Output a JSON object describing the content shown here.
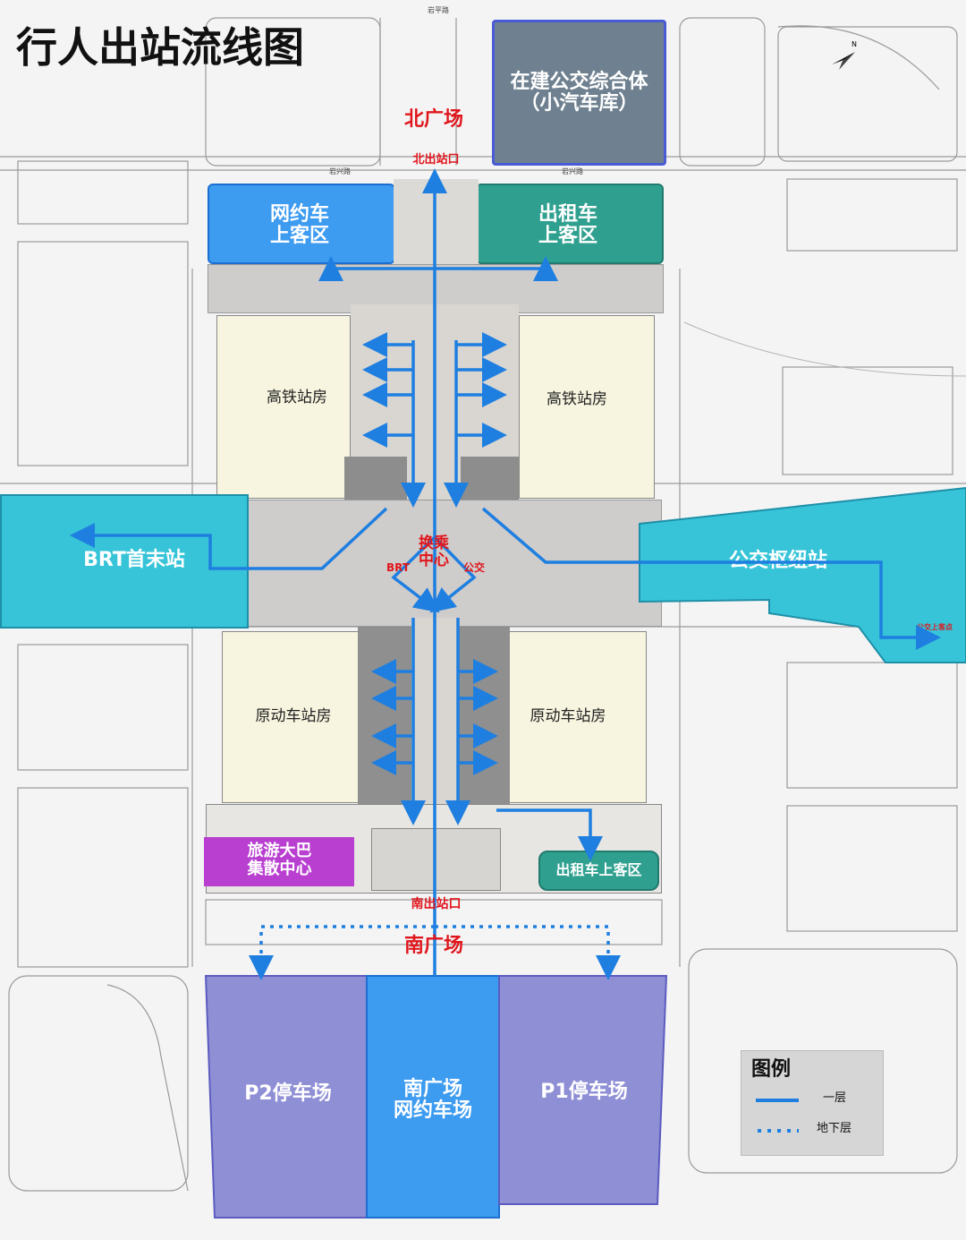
{
  "title": "行人出站流线图",
  "colors": {
    "blue_flow": "#1e7fe0",
    "ride_hailing": "#3d9bf0",
    "taxi": "#2fa08f",
    "bus": "#37c4d8",
    "parking": "#8f8fd6",
    "tour_bus": "#b83fd0",
    "station": "#f7f4df",
    "concourse": "#cfcccc",
    "red_text": "#e0161c"
  },
  "zones": {
    "north_plaza": "北广场",
    "north_exit": "北出站口",
    "bus_complex": "在建公交综合体\n（小汽车库）",
    "ride_hailing_pickup": "网约车\n上客区",
    "taxi_pickup_north": "出租车\n上客区",
    "hsr_station_west": "高铁站房",
    "hsr_station_east": "高铁站房",
    "brt_terminal": "BRT首末站",
    "bus_hub": "公交枢纽站",
    "transfer_center": "换乘\n中心",
    "brt_tag": "BRT",
    "bus_tag": "公交",
    "emu_station_west": "原动车站房",
    "emu_station_east": "原动车站房",
    "tour_bus_center": "旅游大巴\n集散中心",
    "taxi_pickup_south": "出租车上客区",
    "south_exit": "南出站口",
    "south_plaza": "南广场",
    "p2_parking": "P2停车场",
    "south_ride_hailing_parking": "南广场\n网约车场",
    "p1_parking": "P1停车场",
    "bus_pickup_point": "公交上客点"
  },
  "roads": {
    "top_road": "岩平路",
    "road_left": "岩兴路",
    "road_right": "岩兴路"
  },
  "legend": {
    "title": "图例",
    "solid_label": "一层",
    "dotted_label": "地下层"
  }
}
